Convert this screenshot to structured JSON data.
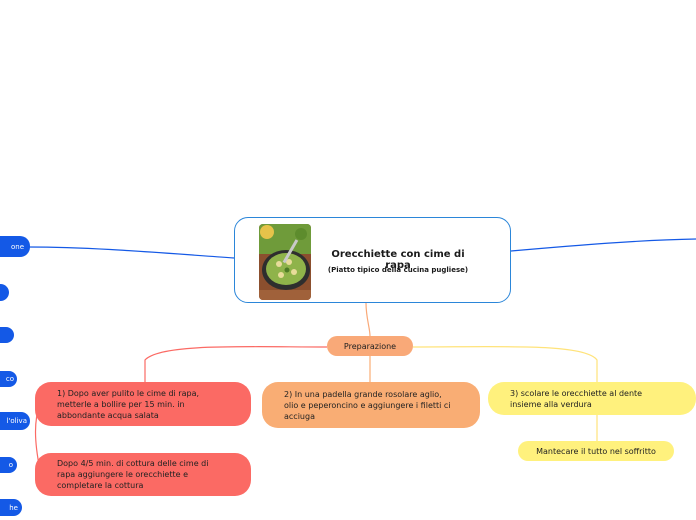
{
  "central": {
    "title": "Orecchiette con cime di rapa",
    "subtitle": "(Piatto tipico della cucina pugliese)",
    "image": "orecchiette-dish-photo"
  },
  "branch": {
    "label": "Preparazione"
  },
  "steps": [
    {
      "text": "1) Dopo aver pulito le cime di rapa, metterle a bollire per 15 min. in abbondante acqua salata"
    },
    {
      "text": "Dopo 4/5 min. di cottura delle cime di rapa aggiungere le orecchiette e completare la cottura"
    },
    {
      "text": "2) In una padella grande rosolare aglio, olio e peperoncino e aggiungere i filetti ci acciuga"
    },
    {
      "text": "3) scolare le orecchiette al dente insieme alla verdura"
    },
    {
      "text": "Mantecare il tutto nel soffritto"
    }
  ],
  "left_items": [
    "one",
    "",
    "",
    "co",
    "l'oliva",
    "o",
    "he"
  ],
  "colors": {
    "central_border": "#2b86d9",
    "preparazione": "#f9a978",
    "step1": "#fb6a64",
    "step2": "#f9ad74",
    "step3": "#fff17d",
    "left_nodes": "#1459e6"
  }
}
